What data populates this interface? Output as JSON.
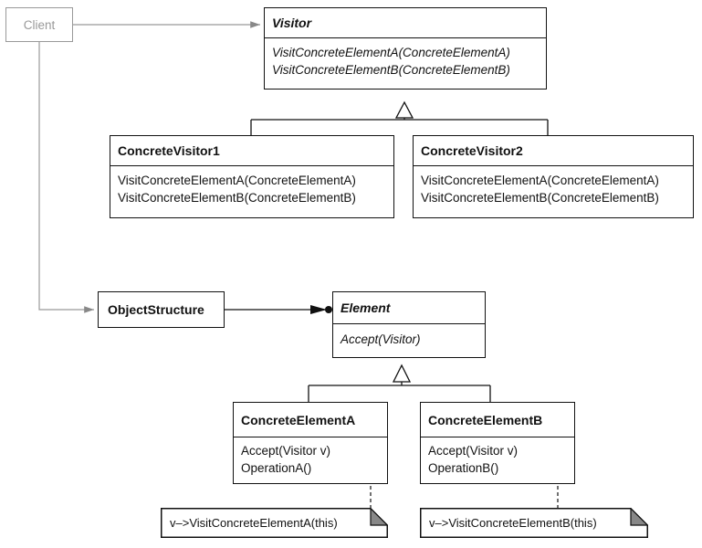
{
  "client": {
    "label": "Client"
  },
  "visitor": {
    "name": "Visitor",
    "operations": [
      "VisitConcreteElementA(ConcreteElementA)",
      "VisitConcreteElementB(ConcreteElementB)"
    ]
  },
  "concrete_visitor_1": {
    "name": "ConcreteVisitor1",
    "operations": [
      "VisitConcreteElementA(ConcreteElementA)",
      "VisitConcreteElementB(ConcreteElementB)"
    ]
  },
  "concrete_visitor_2": {
    "name": "ConcreteVisitor2",
    "operations": [
      "VisitConcreteElementA(ConcreteElementA)",
      "VisitConcreteElementB(ConcreteElementB)"
    ]
  },
  "object_structure": {
    "name": "ObjectStructure"
  },
  "element": {
    "name": "Element",
    "operations": [
      "Accept(Visitor)"
    ]
  },
  "concrete_element_a": {
    "name": "ConcreteElementA",
    "operations": [
      "Accept(Visitor v)",
      "OperationA()"
    ]
  },
  "concrete_element_b": {
    "name": "ConcreteElementB",
    "operations": [
      "Accept(Visitor v)",
      "OperationB()"
    ]
  },
  "note_a": {
    "text": "v–>VisitConcreteElementA(this)"
  },
  "note_b": {
    "text": "v–>VisitConcreteElementB(this)"
  }
}
